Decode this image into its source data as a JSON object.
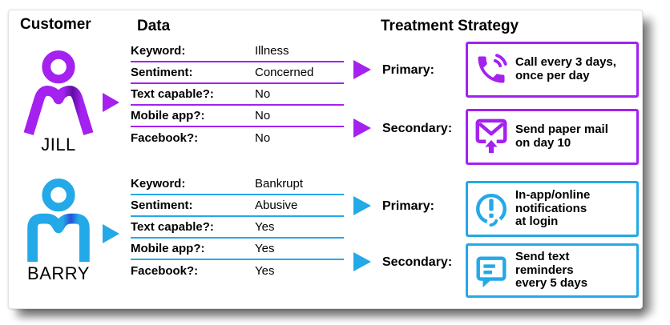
{
  "colors": {
    "purple": "#A421F0",
    "purple_dark": "#5E0FA0",
    "blue": "#24A9E8",
    "blue_dark": "#2B50D8",
    "ink": "#000000"
  },
  "headers": {
    "customer": "Customer",
    "data": "Data",
    "treatment": "Treatment Strategy"
  },
  "customers": [
    {
      "name": "JILL",
      "accent_color": "#A421F0",
      "rows": [
        {
          "label": "Keyword:",
          "value": "Illness"
        },
        {
          "label": "Sentiment:",
          "value": "Concerned"
        },
        {
          "label": "Text capable?:",
          "value": "No"
        },
        {
          "label": "Mobile app?:",
          "value": "No"
        },
        {
          "label": "Facebook?:",
          "value": "No"
        }
      ],
      "treatments": [
        {
          "label": "Primary:",
          "icon": "phone-icon",
          "text": "Call every 3 days,\nonce per day"
        },
        {
          "label": "Secondary:",
          "icon": "mail-icon",
          "text": "Send paper mail\non day 10"
        }
      ]
    },
    {
      "name": "BARRY",
      "accent_color": "#24A9E8",
      "rows": [
        {
          "label": "Keyword:",
          "value": "Bankrupt"
        },
        {
          "label": "Sentiment:",
          "value": "Abusive"
        },
        {
          "label": "Text capable?:",
          "value": "Yes"
        },
        {
          "label": "Mobile app?:",
          "value": "Yes"
        },
        {
          "label": "Facebook?:",
          "value": "Yes"
        }
      ],
      "treatments": [
        {
          "label": "Primary:",
          "icon": "alert-icon",
          "text": "In-app/online\nnotifications\nat login"
        },
        {
          "label": "Secondary:",
          "icon": "chat-icon",
          "text": "Send text\nreminders\nevery 5 days"
        }
      ]
    }
  ]
}
